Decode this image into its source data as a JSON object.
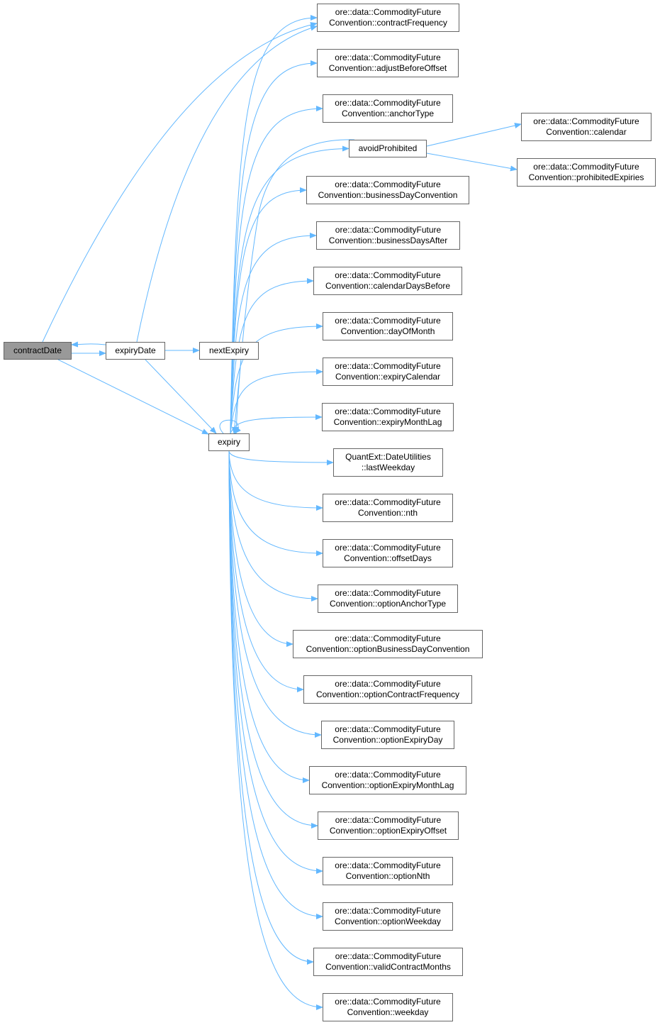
{
  "graph": {
    "colors": {
      "edge": "#63b8ff",
      "node_border": "#666666",
      "current_fill": "#999999"
    },
    "nodes": [
      {
        "id": "contractDate",
        "lines": [
          "contractDate"
        ],
        "current": true
      },
      {
        "id": "expiryDate",
        "lines": [
          "expiryDate"
        ]
      },
      {
        "id": "nextExpiry",
        "lines": [
          "nextExpiry"
        ]
      },
      {
        "id": "expiry",
        "lines": [
          "expiry"
        ]
      },
      {
        "id": "avoidProhibited",
        "lines": [
          "avoidProhibited"
        ]
      },
      {
        "id": "contractFrequency",
        "lines": [
          "ore::data::CommodityFuture",
          "Convention::contractFrequency"
        ]
      },
      {
        "id": "adjustBeforeOffset",
        "lines": [
          "ore::data::CommodityFuture",
          "Convention::adjustBeforeOffset"
        ]
      },
      {
        "id": "anchorType",
        "lines": [
          "ore::data::CommodityFuture",
          "Convention::anchorType"
        ]
      },
      {
        "id": "calendar",
        "lines": [
          "ore::data::CommodityFuture",
          "Convention::calendar"
        ]
      },
      {
        "id": "prohibitedExpiries",
        "lines": [
          "ore::data::CommodityFuture",
          "Convention::prohibitedExpiries"
        ]
      },
      {
        "id": "businessDayConvention",
        "lines": [
          "ore::data::CommodityFuture",
          "Convention::businessDayConvention"
        ]
      },
      {
        "id": "businessDaysAfter",
        "lines": [
          "ore::data::CommodityFuture",
          "Convention::businessDaysAfter"
        ]
      },
      {
        "id": "calendarDaysBefore",
        "lines": [
          "ore::data::CommodityFuture",
          "Convention::calendarDaysBefore"
        ]
      },
      {
        "id": "dayOfMonth",
        "lines": [
          "ore::data::CommodityFuture",
          "Convention::dayOfMonth"
        ]
      },
      {
        "id": "expiryCalendar",
        "lines": [
          "ore::data::CommodityFuture",
          "Convention::expiryCalendar"
        ]
      },
      {
        "id": "expiryMonthLag",
        "lines": [
          "ore::data::CommodityFuture",
          "Convention::expiryMonthLag"
        ]
      },
      {
        "id": "lastWeekday",
        "lines": [
          "QuantExt::DateUtilities",
          "::lastWeekday"
        ]
      },
      {
        "id": "nth",
        "lines": [
          "ore::data::CommodityFuture",
          "Convention::nth"
        ]
      },
      {
        "id": "offsetDays",
        "lines": [
          "ore::data::CommodityFuture",
          "Convention::offsetDays"
        ]
      },
      {
        "id": "optionAnchorType",
        "lines": [
          "ore::data::CommodityFuture",
          "Convention::optionAnchorType"
        ]
      },
      {
        "id": "optionBusinessDayConvention",
        "lines": [
          "ore::data::CommodityFuture",
          "Convention::optionBusinessDayConvention"
        ]
      },
      {
        "id": "optionContractFrequency",
        "lines": [
          "ore::data::CommodityFuture",
          "Convention::optionContractFrequency"
        ]
      },
      {
        "id": "optionExpiryDay",
        "lines": [
          "ore::data::CommodityFuture",
          "Convention::optionExpiryDay"
        ]
      },
      {
        "id": "optionExpiryMonthLag",
        "lines": [
          "ore::data::CommodityFuture",
          "Convention::optionExpiryMonthLag"
        ]
      },
      {
        "id": "optionExpiryOffset",
        "lines": [
          "ore::data::CommodityFuture",
          "Convention::optionExpiryOffset"
        ]
      },
      {
        "id": "optionNth",
        "lines": [
          "ore::data::CommodityFuture",
          "Convention::optionNth"
        ]
      },
      {
        "id": "optionWeekday",
        "lines": [
          "ore::data::CommodityFuture",
          "Convention::optionWeekday"
        ]
      },
      {
        "id": "validContractMonths",
        "lines": [
          "ore::data::CommodityFuture",
          "Convention::validContractMonths"
        ]
      },
      {
        "id": "weekday",
        "lines": [
          "ore::data::CommodityFuture",
          "Convention::weekday"
        ]
      }
    ],
    "edges": [
      [
        "contractDate",
        "expiryDate"
      ],
      [
        "expiryDate",
        "contractDate"
      ],
      [
        "contractDate",
        "contractFrequency"
      ],
      [
        "contractDate",
        "expiry"
      ],
      [
        "expiryDate",
        "contractFrequency"
      ],
      [
        "expiryDate",
        "expiry"
      ],
      [
        "expiryDate",
        "nextExpiry"
      ],
      [
        "nextExpiry",
        "expiry"
      ],
      [
        "avoidProhibited",
        "expiry"
      ],
      [
        "expiry",
        "expiry"
      ],
      [
        "expiry",
        "contractFrequency"
      ],
      [
        "expiry",
        "adjustBeforeOffset"
      ],
      [
        "expiry",
        "anchorType"
      ],
      [
        "expiry",
        "avoidProhibited"
      ],
      [
        "expiry",
        "businessDayConvention"
      ],
      [
        "expiry",
        "businessDaysAfter"
      ],
      [
        "expiry",
        "calendarDaysBefore"
      ],
      [
        "expiry",
        "dayOfMonth"
      ],
      [
        "expiry",
        "expiryCalendar"
      ],
      [
        "expiry",
        "expiryMonthLag"
      ],
      [
        "expiry",
        "lastWeekday"
      ],
      [
        "expiry",
        "nth"
      ],
      [
        "expiry",
        "offsetDays"
      ],
      [
        "expiry",
        "optionAnchorType"
      ],
      [
        "expiry",
        "optionBusinessDayConvention"
      ],
      [
        "expiry",
        "optionContractFrequency"
      ],
      [
        "expiry",
        "optionExpiryDay"
      ],
      [
        "expiry",
        "optionExpiryMonthLag"
      ],
      [
        "expiry",
        "optionExpiryOffset"
      ],
      [
        "expiry",
        "optionNth"
      ],
      [
        "expiry",
        "optionWeekday"
      ],
      [
        "expiry",
        "validContractMonths"
      ],
      [
        "expiry",
        "weekday"
      ],
      [
        "avoidProhibited",
        "calendar"
      ],
      [
        "avoidProhibited",
        "prohibitedExpiries"
      ]
    ]
  }
}
